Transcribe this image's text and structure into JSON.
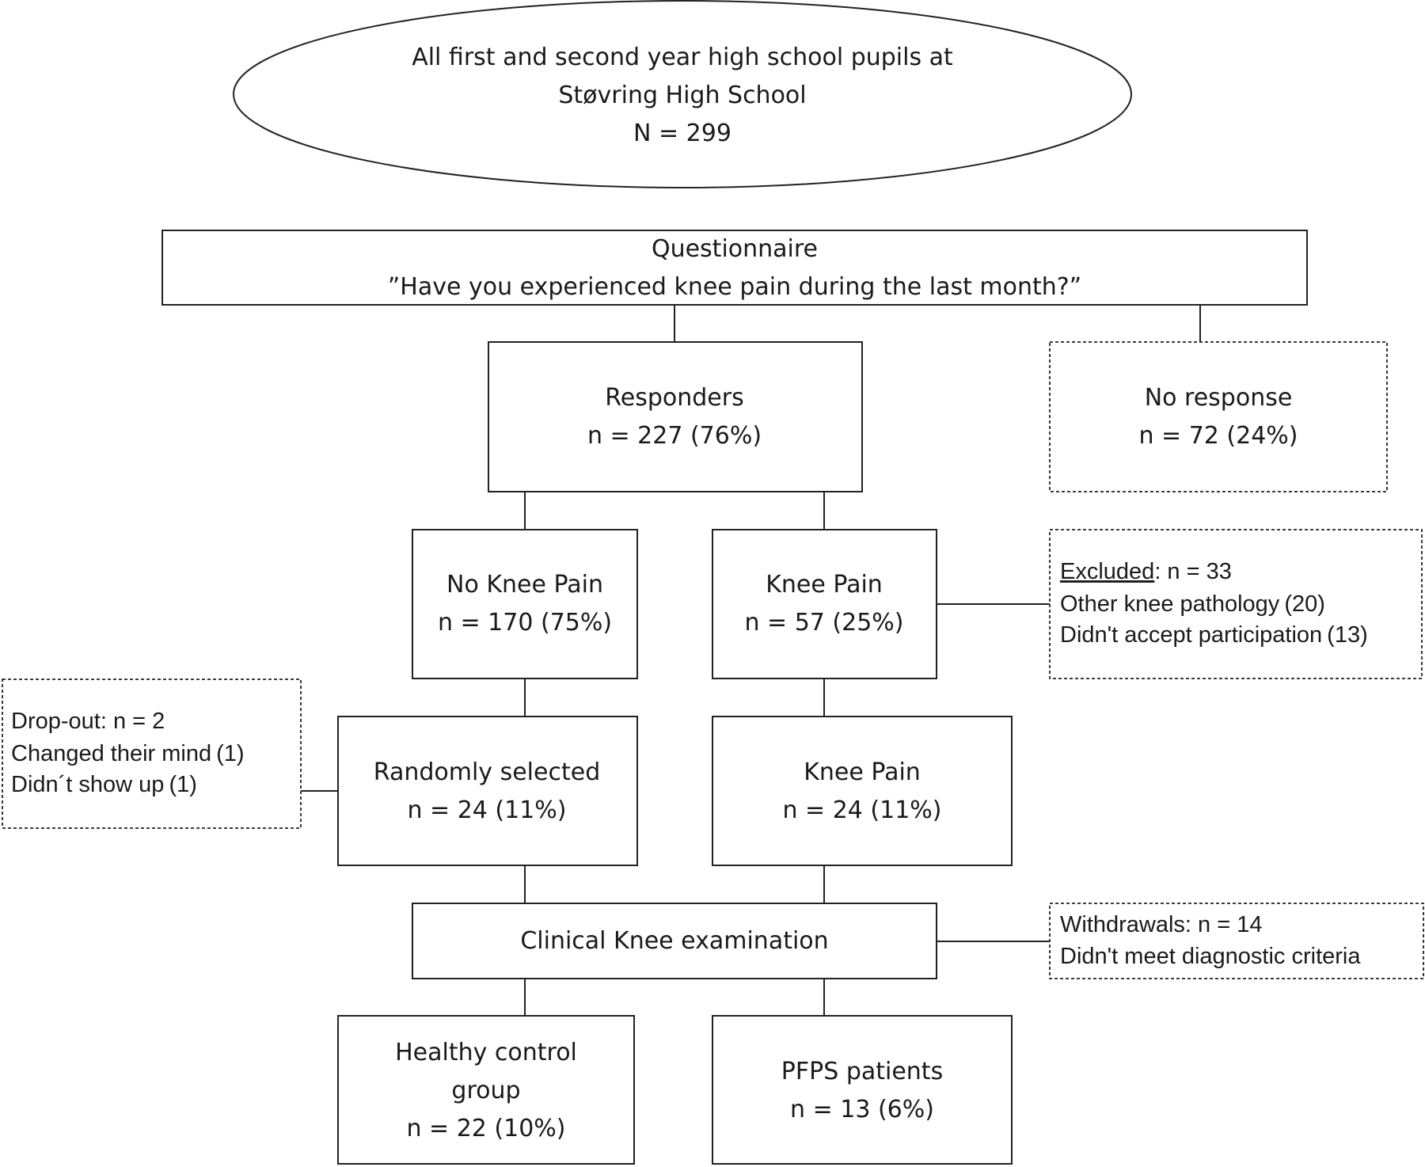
{
  "population": {
    "line1": "All first and second year high school pupils at",
    "line2": "Støvring High School",
    "line3": "N = 299"
  },
  "questionnaire": {
    "title": "Questionnaire",
    "question": "”Have you experienced knee pain during the last month?”"
  },
  "responders": {
    "title": "Responders",
    "count": "n = 227 (76%)"
  },
  "no_response": {
    "title": "No response",
    "count": "n = 72 (24%)"
  },
  "no_knee_pain": {
    "title": "No Knee Pain",
    "count": "n = 170 (75%)"
  },
  "knee_pain": {
    "title": "Knee Pain",
    "count": "n = 57 (25%)"
  },
  "excluded": {
    "label": "Excluded",
    "count": ": n = 33",
    "reason1": "Other knee pathology",
    "reason1_n": "(20)",
    "reason2": "Didn't accept participation",
    "reason2_n": "(13)"
  },
  "dropout": {
    "title": "Drop-out: n = 2",
    "reason1": "Changed their mind",
    "reason1_n": "(1)",
    "reason2": "Didn´t  show up",
    "reason2_n": "(1)"
  },
  "randomly_selected": {
    "title": "Randomly selected",
    "count": "n = 24 (11%)"
  },
  "knee_pain_selected": {
    "title": "Knee Pain",
    "count": "n = 24 (11%)"
  },
  "clinical_exam": {
    "title": "Clinical Knee examination"
  },
  "withdrawals": {
    "title": "Withdrawals: n = 14",
    "reason": "Didn't meet diagnostic criteria"
  },
  "healthy_control": {
    "line1": "Healthy control",
    "line2": "group",
    "count": "n = 22 (10%)"
  },
  "pfps": {
    "title": "PFPS patients",
    "count": "n = 13 (6%)"
  }
}
